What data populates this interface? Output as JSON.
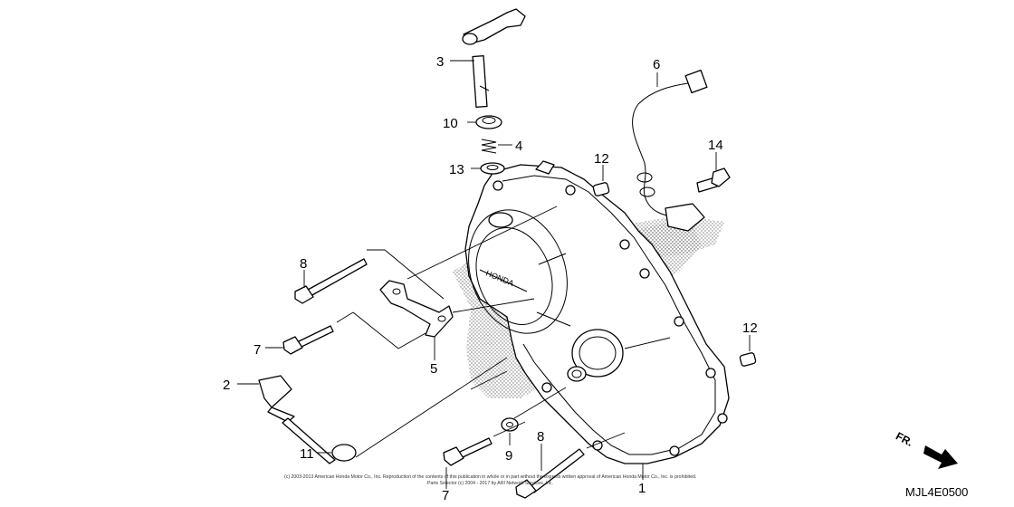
{
  "diagram": {
    "callouts": [
      {
        "id": "c3",
        "text": "3"
      },
      {
        "id": "c10",
        "text": "10"
      },
      {
        "id": "c4",
        "text": "4"
      },
      {
        "id": "c13",
        "text": "13"
      },
      {
        "id": "c6",
        "text": "6"
      },
      {
        "id": "c12a",
        "text": "12"
      },
      {
        "id": "c14",
        "text": "14"
      },
      {
        "id": "c8a",
        "text": "8"
      },
      {
        "id": "c7a",
        "text": "7"
      },
      {
        "id": "c5",
        "text": "5"
      },
      {
        "id": "c12b",
        "text": "12"
      },
      {
        "id": "c2",
        "text": "2"
      },
      {
        "id": "c11",
        "text": "11"
      },
      {
        "id": "c9",
        "text": "9"
      },
      {
        "id": "c8b",
        "text": "8"
      },
      {
        "id": "c7b",
        "text": "7"
      },
      {
        "id": "c1",
        "text": "1"
      }
    ],
    "direction_label": "FR.",
    "diagram_code": "MJL4E0500",
    "copyright_line1": "(c) 2003-2013 American Honda Motor Co., Inc. Reproduction of the contents of this publication in whole or in part without the express written approval of American Honda Motor Co., Inc. is prohibited.",
    "copyright_line2": "Parts Selector (c) 2004 - 2017 by ARI Network Services, Inc."
  }
}
